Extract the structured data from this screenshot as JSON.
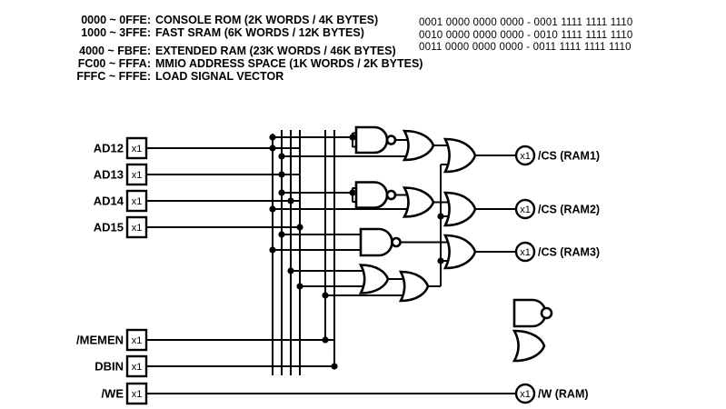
{
  "colors": {
    "ink": "#000000",
    "background": "#ffffff"
  },
  "memory_map": {
    "rows": [
      {
        "addr": "0000 ~ 0FFE:",
        "desc": "CONSOLE ROM (2K WORDS / 4K BYTES)"
      },
      {
        "addr": "1000 ~ 3FFE:",
        "desc": "FAST SRAM (6K WORDS / 12K BYTES)"
      },
      {
        "addr": "4000 ~ FBFE:",
        "desc": "EXTENDED RAM (23K WORDS / 46K BYTES)"
      },
      {
        "addr": "FC00 ~ FFFA:",
        "desc": "MMIO ADDRESS SPACE (1K WORDS / 2K BYTES)"
      },
      {
        "addr": "FFFC ~ FFFE:",
        "desc": "LOAD SIGNAL VECTOR"
      }
    ]
  },
  "binary_ranges": {
    "rows": [
      "0001 0000 0000 0000 - 0001 1111 1111 1110",
      "0010 0000 0000 0000 - 0010 1111 1111 1110",
      "0011 0000 0000 0000 - 0011 1111 1111 1110"
    ]
  },
  "buffer": "x1",
  "inputs": [
    "AD12",
    "AD13",
    "AD14",
    "AD15",
    "/MEMEN",
    "DBIN",
    "/WE"
  ],
  "outputs": [
    "/CS (RAM1)",
    "/CS (RAM2)",
    "/CS (RAM3)",
    "/W (RAM)"
  ]
}
